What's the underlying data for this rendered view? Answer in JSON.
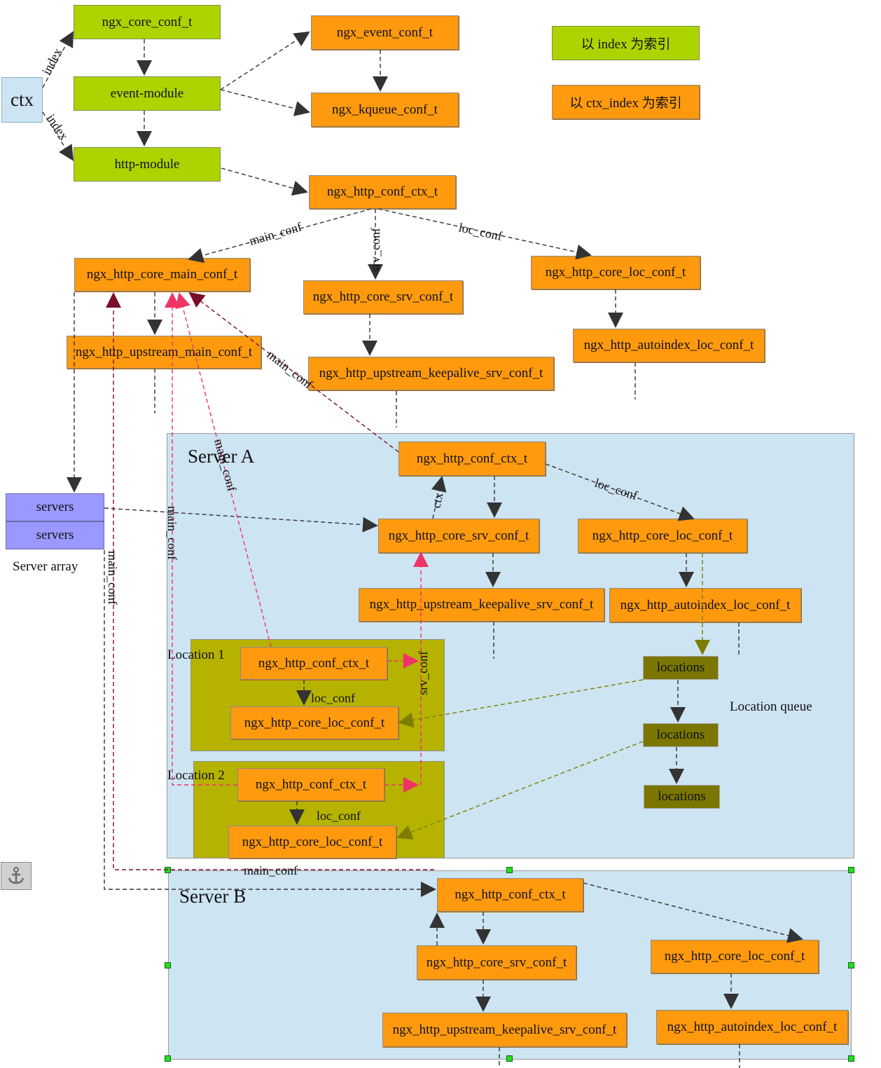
{
  "nodes": {
    "ctx": "ctx",
    "ngx_core_conf_t": "ngx_core_conf_t",
    "event_module": "event-module",
    "http_module": "http-module",
    "ngx_event_conf_t": "ngx_event_conf_t",
    "ngx_kqueue_conf_t": "ngx_kqueue_conf_t",
    "ngx_http_conf_ctx_t": "ngx_http_conf_ctx_t",
    "ngx_http_core_main_conf_t": "ngx_http_core_main_conf_t",
    "ngx_http_core_srv_conf_t": "ngx_http_core_srv_conf_t",
    "ngx_http_core_loc_conf_t": "ngx_http_core_loc_conf_t",
    "ngx_http_upstream_main_conf_t": "ngx_http_upstream_main_conf_t",
    "ngx_http_upstream_keepalive_srv_conf_t": "ngx_http_upstream_keepalive_srv_conf_t",
    "ngx_http_autoindex_loc_conf_t": "ngx_http_autoindex_loc_conf_t",
    "servers": "servers",
    "locations": "locations"
  },
  "legend": {
    "green": "以 index 为索引",
    "orange": "以 ctx_index 为索引"
  },
  "labels": {
    "server_a": "Server A",
    "server_b": "Server B",
    "location_1": "Location 1",
    "location_2": "Location 2",
    "server_array": "Server array",
    "location_queue": "Location queue"
  },
  "edge_labels": {
    "index": "index",
    "main_conf": "main_conf",
    "srv_conf": "srv_conf",
    "loc_conf": "loc_conf",
    "ctx": "ctx"
  },
  "colors": {
    "orange_node": "#ff9a0e",
    "green_node": "#add400",
    "server_region": "#cde4f2",
    "location_region": "#b5b300",
    "servers_node": "#9999ff",
    "locations_node": "#7a7600",
    "edge_dark": "#333333",
    "edge_main_conf": "#7a0d2a",
    "edge_pink": "#ee3366",
    "edge_olive": "#7d7d00"
  },
  "icons": [
    "anchor-icon"
  ]
}
